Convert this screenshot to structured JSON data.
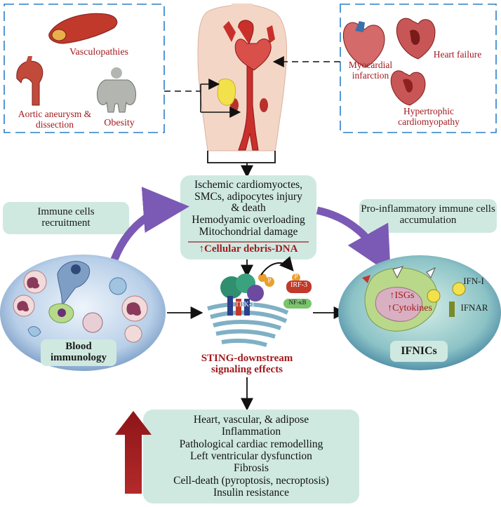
{
  "left_box": {
    "vasculopathies": "Vasculopathies",
    "aortic": "Aortic aneurysm & dissection",
    "obesity": "Obesity"
  },
  "right_box": {
    "mi": "Myocardial infarction",
    "hf": "Heart failure",
    "hcm": "Hypertrophic cardiomyopathy"
  },
  "center_box": {
    "lines": [
      "Ischemic cardiomyoctes,",
      "SMCs, adipocytes injury",
      "& death",
      "Hemodyamic overloading",
      "Mitochondrial damage"
    ],
    "debris_arrow": "↑",
    "debris": "Cellular debris-DNA"
  },
  "immune_recruit": "Immune cells recruitment",
  "proinflam": "Pro-inflammatory immune cells accumulation",
  "blood_label": "Blood immunology",
  "sting": {
    "tbk": "TBK-1",
    "irf": "IRF-3",
    "nfkb": "NF-κB",
    "p": "P",
    "label": "STING-downstream signaling effects"
  },
  "ifnic": {
    "isgs": "ISGs",
    "cytokines": "Cytokines",
    "up": "↑",
    "ifn1": "IFN-I",
    "ifnar": "IFNAR",
    "label": "IFNICs"
  },
  "bottom_box": {
    "lines": [
      "Heart, vascular,  & adipose",
      "Inflammation",
      "Pathological cardiac remodelling",
      "Left ventricular dysfunction",
      "Fibrosis",
      "Cell-death (pyroptosis, necroptosis)",
      "Insulin resistance"
    ]
  },
  "colors": {
    "box_fill": "#cfe9e1",
    "dashed_border": "#2b7fc6",
    "dark_red": "#9b1b1f",
    "purple_arrow": "#7b5ab5"
  }
}
